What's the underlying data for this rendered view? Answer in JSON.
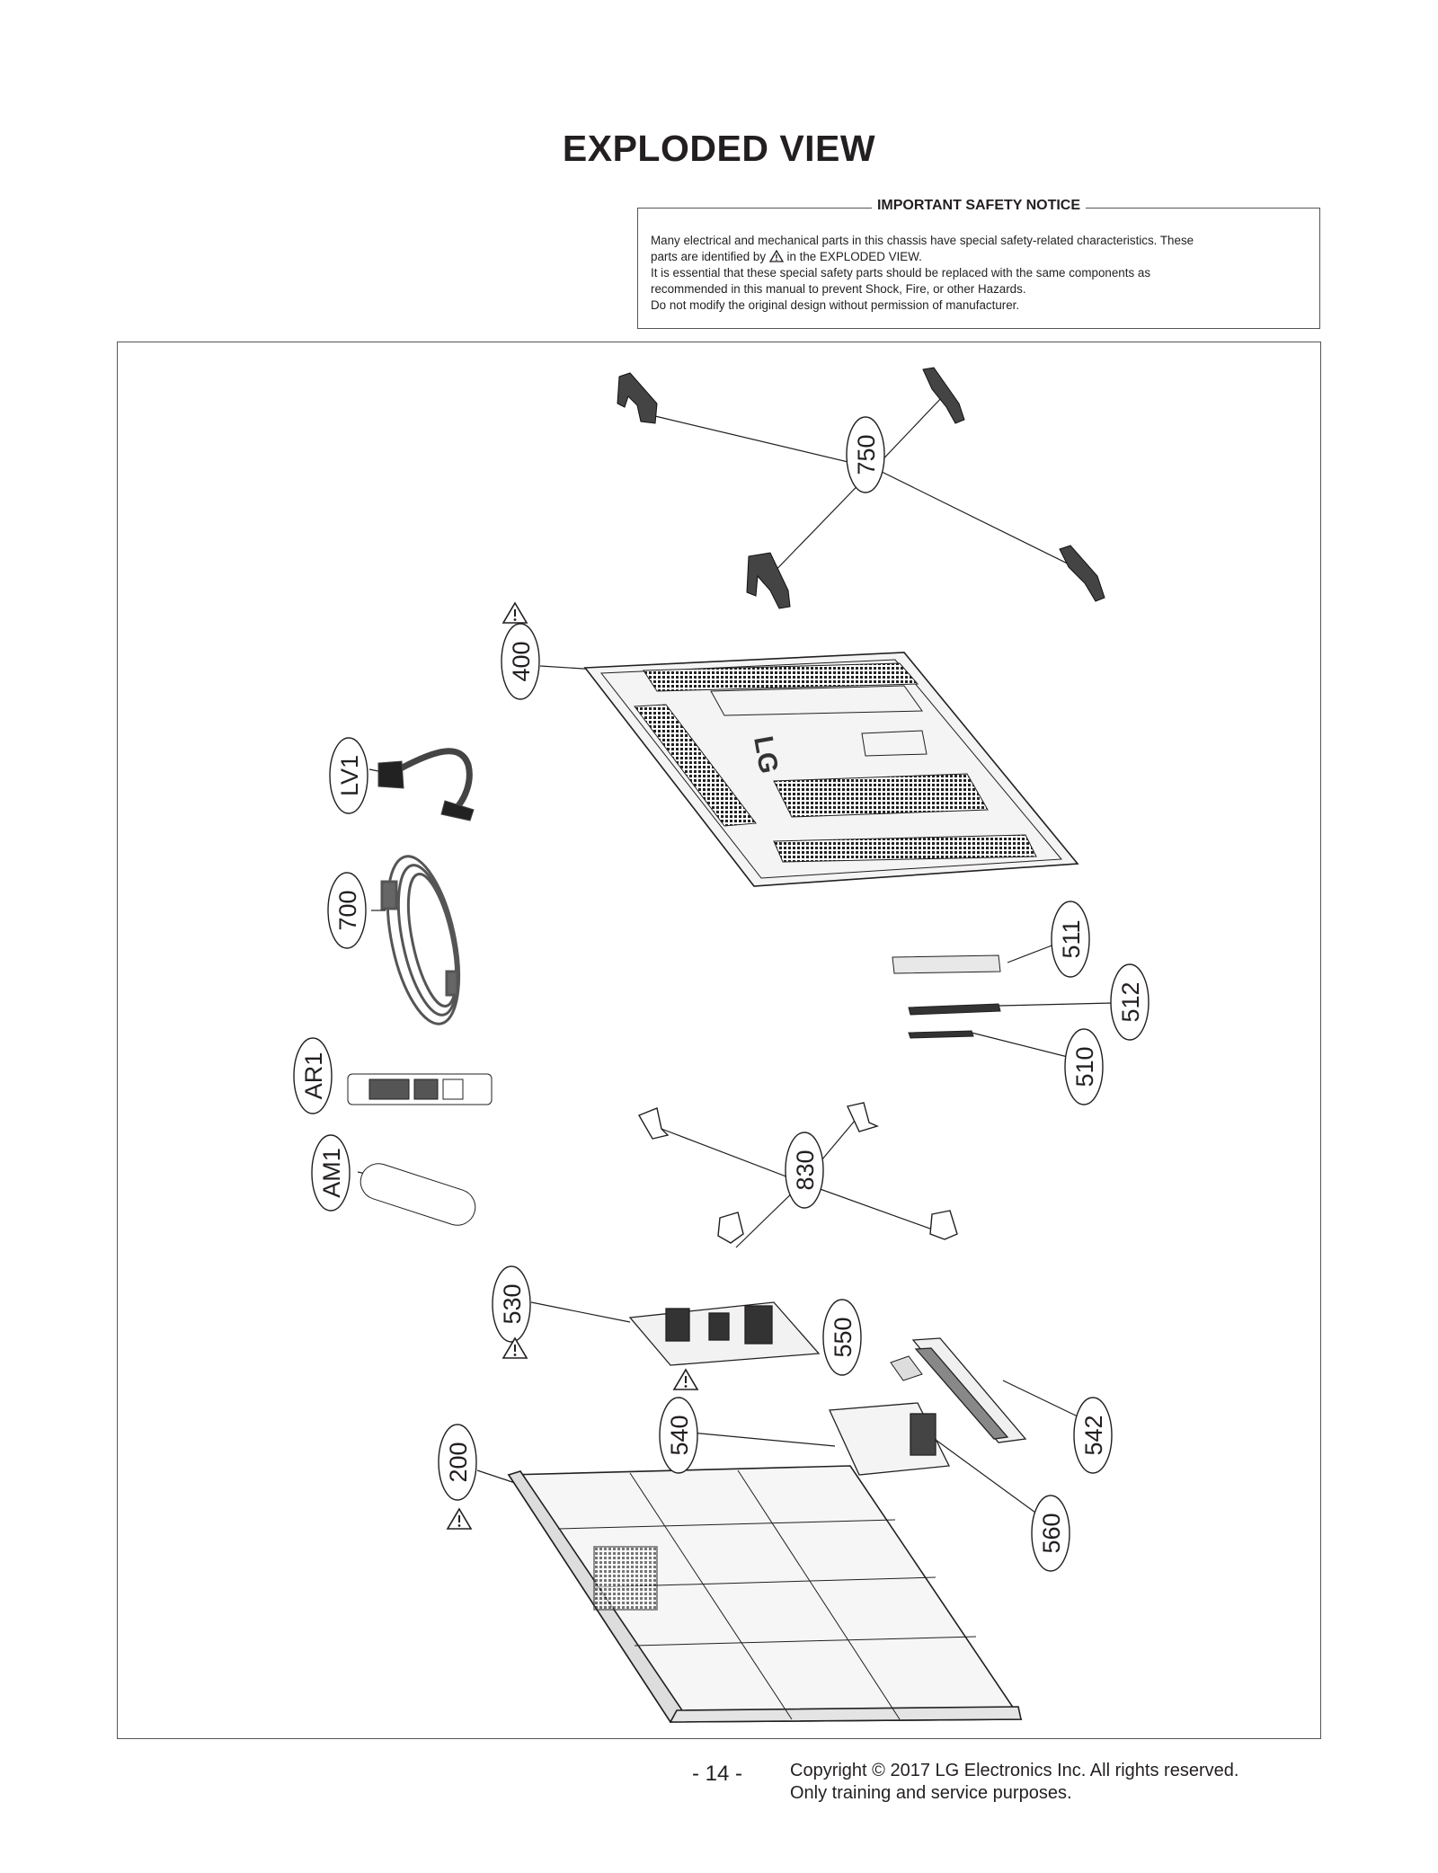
{
  "title": "EXPLODED VIEW",
  "safety_notice": {
    "heading": "IMPORTANT SAFETY NOTICE",
    "line1": "Many electrical and mechanical parts in this chassis have special safety-related characteristics. These",
    "line2_pre": "parts are identified by",
    "line2_post": "in the EXPLODED VIEW.",
    "line3": "It is essential that these special safety parts should be replaced with the same components as",
    "line4": "recommended in this manual to prevent Shock, Fire, or other Hazards.",
    "line5": "Do not modify the original design without permission of manufacturer."
  },
  "callouts": {
    "750": "750",
    "400": "400",
    "LV1": "LV1",
    "700": "700",
    "AR1": "AR1",
    "AM1": "AM1",
    "511": "511",
    "512": "512",
    "510": "510",
    "830": "830",
    "530": "530",
    "550": "550",
    "540": "540",
    "542": "542",
    "200": "200",
    "560": "560"
  },
  "warning_icon": "warning-triangle-icon",
  "footer": {
    "page_number": "- 14 -",
    "copyright_line1": "Copyright © 2017 LG Electronics Inc. All rights reserved.",
    "copyright_line2": "Only training and service purposes."
  }
}
